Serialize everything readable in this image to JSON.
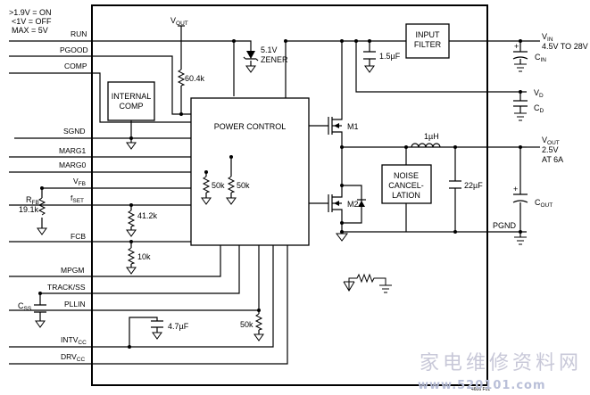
{
  "note": {
    "line1": ">1.9V = ON",
    "line2": "<1V = OFF",
    "line3": "MAX = 5V"
  },
  "vout_top": {
    "main": "V",
    "sub": "OUT"
  },
  "pins_left": {
    "run": "RUN",
    "pgood": "PGOOD",
    "comp": "COMP",
    "sgnd": "SGND",
    "marg1": "MARG1",
    "marg0": "MARG0",
    "vfb_main": "V",
    "vfb_sub": "FB",
    "fset_main": "f",
    "fset_sub": "SET",
    "fcb": "FCB",
    "mpgm": "MPGM",
    "trackss": "TRACK/SS",
    "pllin": "PLLIN",
    "intvcc_main": "INTV",
    "intvcc_sub": "CC",
    "drvcc_main": "DRV",
    "drvcc_sub": "CC"
  },
  "blocks": {
    "internal_comp_1": "INTERNAL",
    "internal_comp_2": "COMP",
    "power_control": "POWER CONTROL",
    "input_filter_1": "INPUT",
    "input_filter_2": "FILTER",
    "noise_1": "NOISE",
    "noise_2": "CANCEL-",
    "noise_3": "LATION"
  },
  "components": {
    "r_60k4": "60.4k",
    "zener_1": "5.1V",
    "zener_2": "ZENER",
    "c_1u5": "1.5µF",
    "r_50k_a": "50k",
    "r_50k_b": "50k",
    "r_41k2": "41.2k",
    "r_10k": "10k",
    "rfb_main": "R",
    "rfb_sub": "FB",
    "rfb_val": "19.1k",
    "m1": "M1",
    "m2": "M2",
    "inductor": "1µH",
    "c_22u": "22µF",
    "c_4u7": "4.7µF",
    "r_50k_c": "50k",
    "css_main": "C",
    "css_sub": "SS"
  },
  "right": {
    "vin_main": "V",
    "vin_sub": "IN",
    "vin_range": "4.5V TO 28V",
    "cin_main": "C",
    "cin_sub": "IN",
    "vd_main": "V",
    "vd_sub": "D",
    "cd_main": "C",
    "cd_sub": "D",
    "vout_main": "V",
    "vout_sub": "OUT",
    "vout_val1": "2.5V",
    "vout_val2": "AT 6A",
    "cout_main": "C",
    "cout_sub": "OUT",
    "pgnd": "PGND",
    "plus1": "+",
    "plus2": "+"
  },
  "figure_id": "4606 F01",
  "watermark": {
    "cn": "家电维修资料网",
    "url": "www.520101.com"
  }
}
